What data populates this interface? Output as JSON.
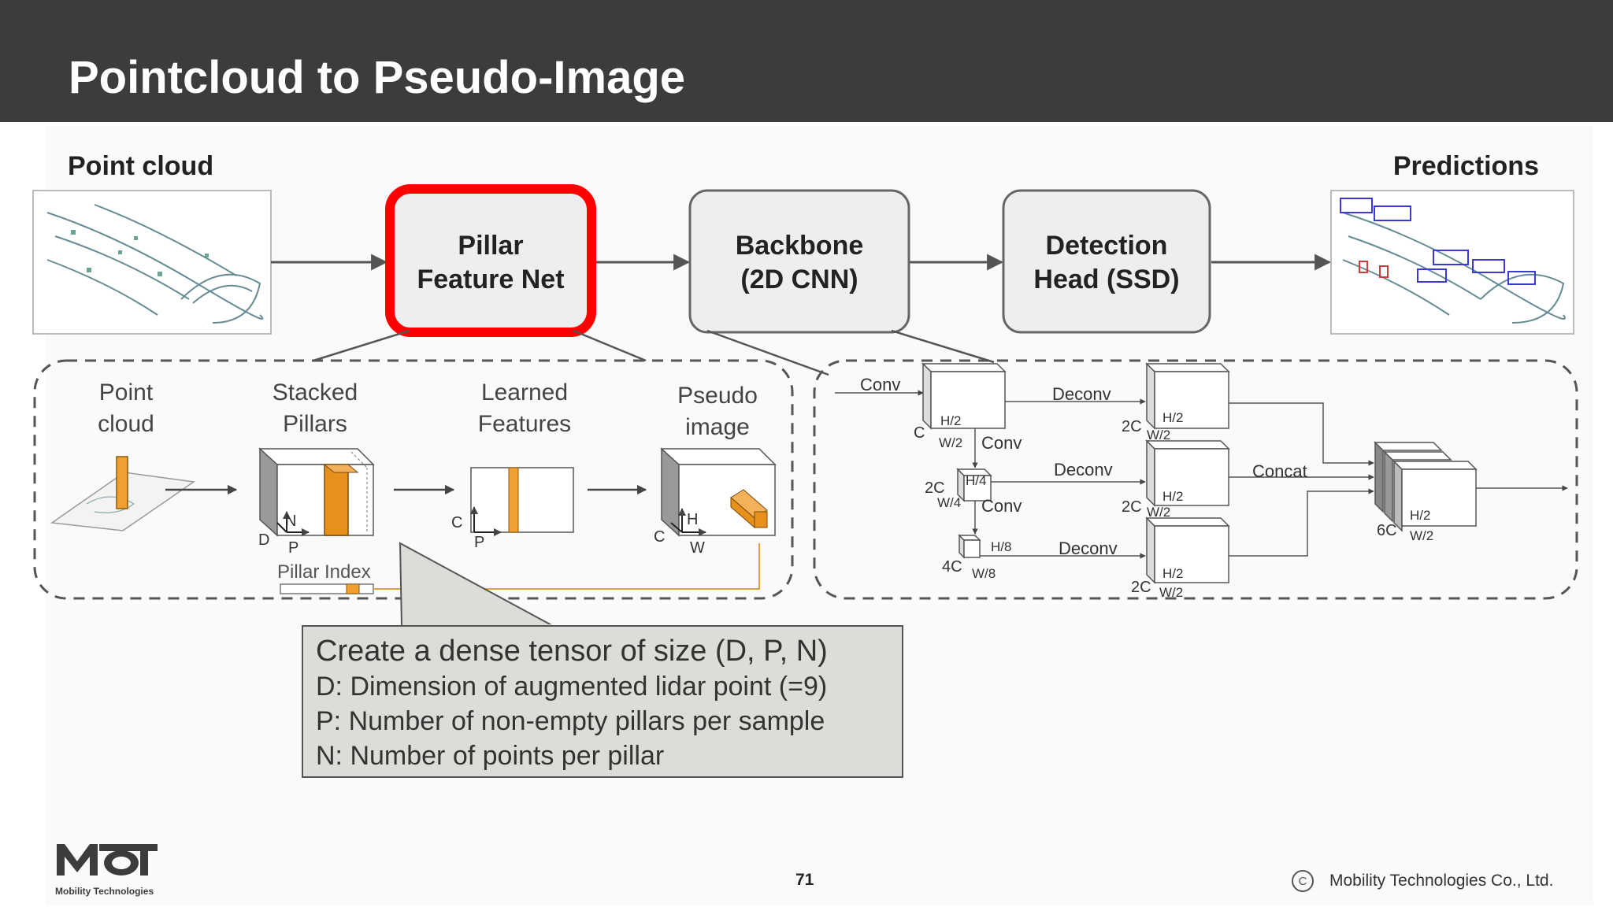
{
  "slide": {
    "title": "Pointcloud to Pseudo-Image",
    "page_number": "71"
  },
  "pipeline": {
    "input_label": "Point cloud",
    "output_label": "Predictions",
    "stages": [
      {
        "line1": "Pillar",
        "line2": "Feature Net",
        "highlighted": true
      },
      {
        "line1": "Backbone",
        "line2": "(2D CNN)",
        "highlighted": false
      },
      {
        "line1": "Detection",
        "line2": "Head (SSD)",
        "highlighted": false
      }
    ],
    "highlight_color": "#ff0000"
  },
  "pillar_net": {
    "steps": [
      {
        "line1": "Point",
        "line2": "cloud"
      },
      {
        "line1": "Stacked",
        "line2": "Pillars"
      },
      {
        "line1": "Learned",
        "line2": "Features"
      },
      {
        "line1": "Pseudo",
        "line2": "image"
      }
    ],
    "pillar_index_label": "Pillar Index",
    "axes": {
      "D": "D",
      "P": "P",
      "N": "N",
      "C": "C",
      "H": "H",
      "W": "W"
    },
    "feature_color": "#f0a030"
  },
  "backbone_detail": {
    "conv": "Conv",
    "deconv": "Deconv",
    "concat": "Concat",
    "dims": {
      "c": "C",
      "h2": "H/2",
      "w2": "W/2",
      "c2": "2C",
      "h4": "H/4",
      "w4": "W/4",
      "c4": "4C",
      "h8": "H/8",
      "w8": "W/8",
      "c6": "6C"
    }
  },
  "callout": {
    "title": "Create a dense tensor of size (D, P, N)",
    "lines": [
      "D: Dimension of augmented lidar point (=9)",
      "P: Number of non-empty pillars per sample",
      "N: Number of points per pillar"
    ]
  },
  "footer": {
    "copyright_symbol": "C",
    "copyright": "Mobility Technologies Co., Ltd.",
    "logo_text": "Mobility Technologies"
  }
}
